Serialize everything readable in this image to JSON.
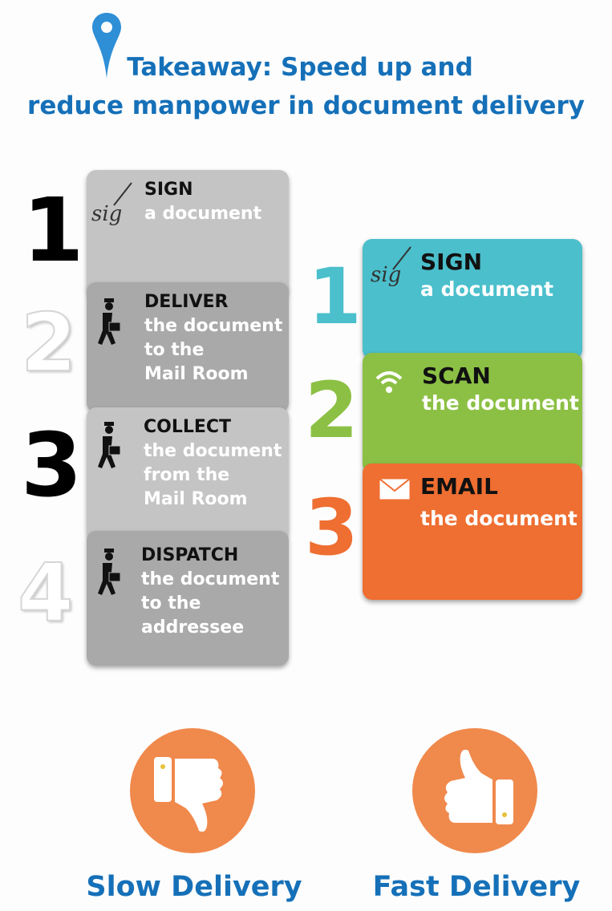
{
  "header": {
    "line1": "Takeaway: Speed up and",
    "line2": "reduce manpower in document delivery"
  },
  "slow_steps": [
    {
      "number": "1",
      "head": "SIGN",
      "sub": [
        "a document"
      ],
      "icon": "signature-icon"
    },
    {
      "number": "2",
      "head": "DELIVER",
      "sub": [
        "the document",
        "to the",
        "Mail Room"
      ],
      "icon": "courier-icon"
    },
    {
      "number": "3",
      "head": "COLLECT",
      "sub": [
        "the document",
        "from the",
        "Mail Room"
      ],
      "icon": "courier-icon"
    },
    {
      "number": "4",
      "head": "DISPATCH",
      "sub": [
        "the document",
        "to the",
        "addressee"
      ],
      "icon": "courier-icon"
    }
  ],
  "fast_steps": [
    {
      "number": "1",
      "head": "SIGN",
      "sub": "a document",
      "icon": "signature-icon",
      "color": "#4bbfcc"
    },
    {
      "number": "2",
      "head": "SCAN",
      "sub": "the document",
      "icon": "wifi-icon",
      "color": "#8cc044"
    },
    {
      "number": "3",
      "head": "EMAIL",
      "sub": "the document",
      "icon": "envelope-icon",
      "color": "#ef6e31"
    }
  ],
  "sig_text": "sig",
  "footer": {
    "slow_label": "Slow Delivery",
    "fast_label": "Fast Delivery"
  },
  "colors": {
    "title": "#1570b8",
    "card_gray_light": "#c4c4c4",
    "card_gray_dark": "#a9a9a9",
    "thumb_circle": "#f0894c"
  }
}
